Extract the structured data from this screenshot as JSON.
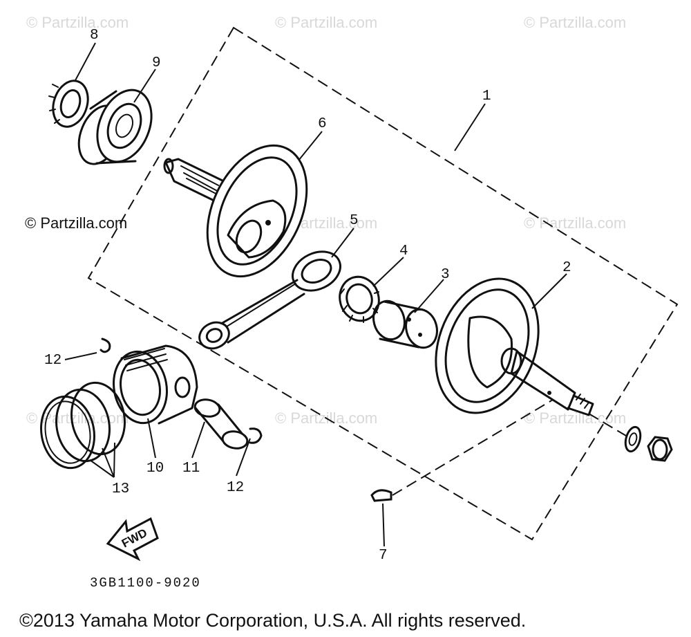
{
  "watermark": "© Partzilla.com",
  "diagram_code": "3GB1100-9020",
  "copyright": "©2013 Yamaha Motor Corporation, U.S.A. All rights reserved.",
  "fwd_label": "FWD",
  "callouts": {
    "c1": "1",
    "c2": "2",
    "c3": "3",
    "c4": "4",
    "c5": "5",
    "c6": "6",
    "c7": "7",
    "c8": "8",
    "c9": "9",
    "c10": "10",
    "c11": "11",
    "c12a": "12",
    "c12b": "12",
    "c13": "13"
  }
}
